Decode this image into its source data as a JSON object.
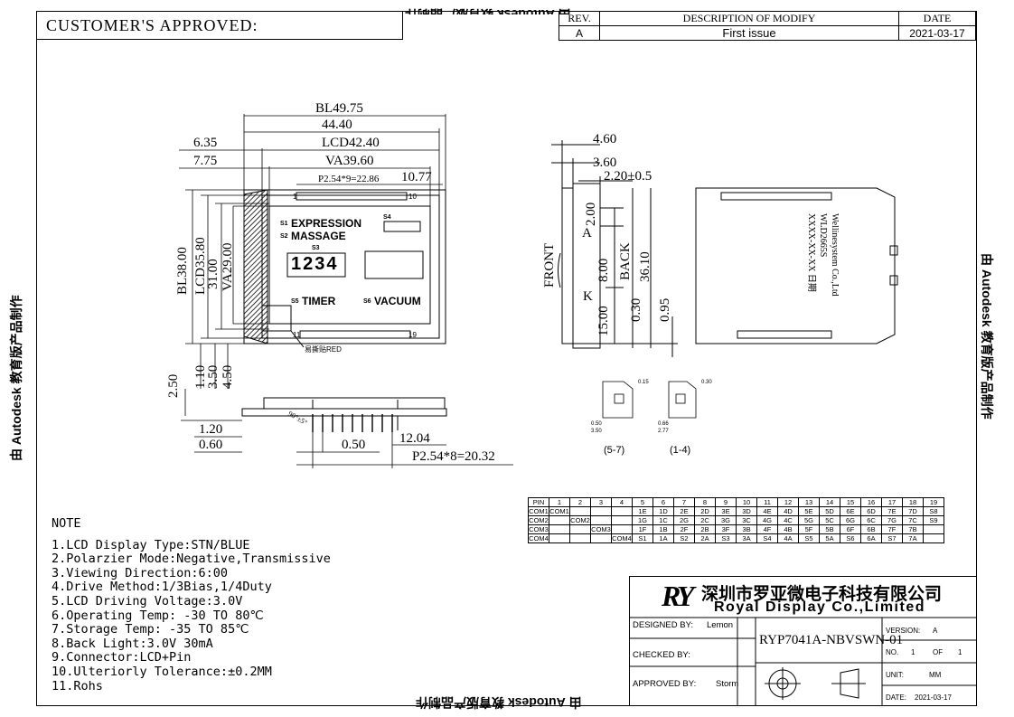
{
  "header": {
    "customer_approved": "CUSTOMER'S APPROVED:",
    "rev_label": "REV.",
    "desc_label": "DESCRIPTION OF MODIFY",
    "date_label": "DATE",
    "rev_value": "A",
    "desc_value": "First issue",
    "date_value": "2021-03-17"
  },
  "watermark": "由 Autodesk 教育版产品制作",
  "front_view": {
    "dims": {
      "bl_width": "BL49.75",
      "overall": "44.40",
      "left_offset1": "6.35",
      "lcd_width": "LCD42.40",
      "left_offset2": "7.75",
      "va_width": "VA39.60",
      "pin_pitch": "P2.54*9=22.86",
      "right_offset": "10.77",
      "bl_height": "BL38.00",
      "lcd_height": "LCD35.80",
      "h31": "31.00",
      "va_height": "VA29.00",
      "d250": "2.50",
      "d110": "1.10",
      "d350": "3.50",
      "d450": "4.50",
      "d120": "1.20",
      "d060": "0.60",
      "d050": "0.50",
      "d1204": "12.04",
      "pin_pitch2": "P2.54*8=20.32",
      "pin_angle": "90°±5°"
    },
    "pins": {
      "p1": "1",
      "p10": "10",
      "p11": "11",
      "p19": "19"
    },
    "segments": {
      "s1": "S1",
      "s1_text": "EXPRESSION",
      "s2": "S2",
      "s2_text": "MASSAGE",
      "s3": "S3",
      "s4": "S4",
      "s5": "S5",
      "s5_text": "TIMER",
      "s6": "S6",
      "s6_text": "VACUUM",
      "digits": [
        "1",
        "2",
        "3",
        "4"
      ]
    },
    "peel_label": "易撕贴RED"
  },
  "side_view": {
    "d460": "4.60",
    "d360": "3.60",
    "d220": "2.20±0.5",
    "front": "FRONT",
    "back": "BACK",
    "d200": "2.00",
    "d800": "8.00",
    "d3610": "36.10",
    "d1500": "15.00",
    "d030": "0.30",
    "d095": "0.95",
    "a": "A",
    "k": "K"
  },
  "back_view": {
    "label_lines": [
      "Wellinesystem Co.,Ltd",
      "WLD2665S",
      "XXXX-XX-XX  日期"
    ]
  },
  "detail": {
    "label_57": "(5-7)",
    "label_14": "(1-4)",
    "d57_a": "0.50",
    "d57_b": "3.50",
    "d57_c": "0.15",
    "d14_a": "0.66",
    "d14_b": "2.77",
    "d14_c": "0.30"
  },
  "notes": {
    "title": "NOTE",
    "items": [
      "1.LCD Display Type:STN/BLUE",
      "2.Polarzier Mode:Negative,Transmissive",
      "3.Viewing Direction:6:00",
      "4.Drive Method:1/3Bias,1/4Duty",
      "5.LCD Driving Voltage:3.0V",
      "6.Operating Temp: -30 TO 80℃",
      "7.Storage Temp: -35 TO 85℃",
      "8.Back Light:3.0V 30mA",
      "9.Connector:LCD+Pin",
      "10.Ulteriorly Tolerance:±0.2MM",
      "11.Rohs"
    ]
  },
  "pin_table": {
    "header": [
      "PIN",
      "1",
      "2",
      "3",
      "4",
      "5",
      "6",
      "7",
      "8",
      "9",
      "10",
      "11",
      "12",
      "13",
      "14",
      "15",
      "16",
      "17",
      "18",
      "19"
    ],
    "rows": [
      [
        "COM1",
        "COM1",
        "",
        "",
        "",
        "1E",
        "1D",
        "2E",
        "2D",
        "3E",
        "3D",
        "4E",
        "4D",
        "5E",
        "5D",
        "6E",
        "6D",
        "7E",
        "7D",
        "S8"
      ],
      [
        "COM2",
        "",
        "COM2",
        "",
        "",
        "1G",
        "1C",
        "2G",
        "2C",
        "3G",
        "3C",
        "4G",
        "4C",
        "5G",
        "5C",
        "6G",
        "6C",
        "7G",
        "7C",
        "S9"
      ],
      [
        "COM3",
        "",
        "",
        "COM3",
        "",
        "1F",
        "1B",
        "2F",
        "2B",
        "3F",
        "3B",
        "4F",
        "4B",
        "5F",
        "5B",
        "6F",
        "6B",
        "7F",
        "7B",
        ""
      ],
      [
        "COM4",
        "",
        "",
        "",
        "COM4",
        "S1",
        "1A",
        "S2",
        "2A",
        "S3",
        "3A",
        "S4",
        "4A",
        "S5",
        "5A",
        "S6",
        "6A",
        "S7",
        "7A",
        ""
      ]
    ]
  },
  "title_block": {
    "company_cn": "深圳市罗亚微电子科技有限公司",
    "company_en": "Royal Display Co.,Limited",
    "logo": "RY",
    "designed_label": "DESIGNED BY:",
    "designed_value": "Lemon",
    "checked_label": "CHECKED BY:",
    "approved_label": "APPROVED BY:",
    "approved_value": "Storm",
    "part_number": "RYP7041A-NBVSWN-01",
    "version_label": "VERSION:",
    "version_value": "A",
    "no_label": "NO.",
    "no_value": "1",
    "of_label": "OF",
    "of_value": "1",
    "unit_label": "UNIT:",
    "unit_value": "MM",
    "date_label": "DATE:",
    "date_value": "2021-03-17"
  }
}
